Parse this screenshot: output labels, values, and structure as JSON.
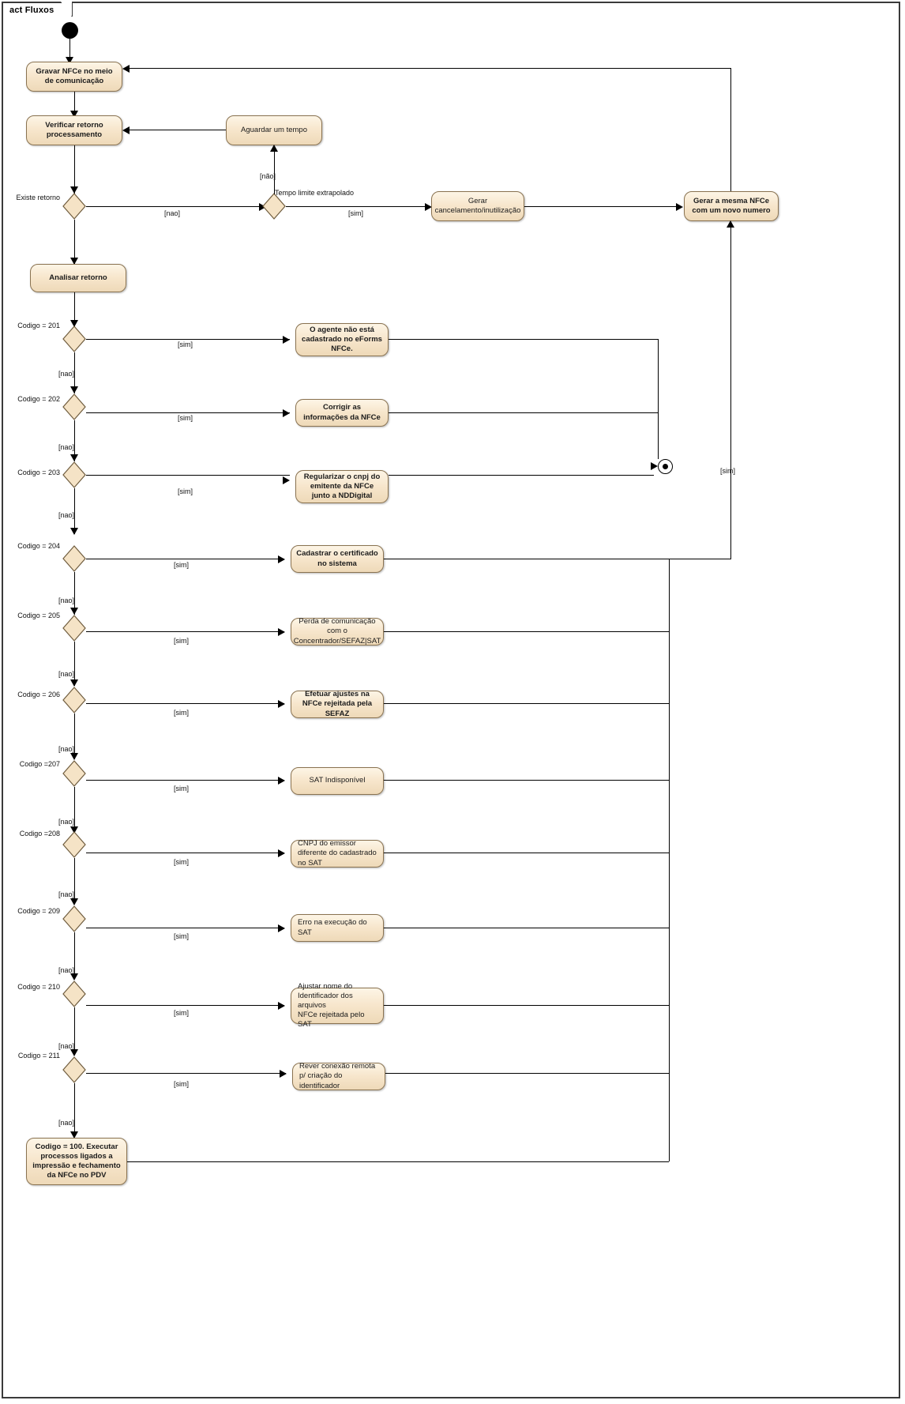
{
  "diagram": {
    "frame_label": "act Fluxos",
    "type": "uml-activity-diagram"
  },
  "nodes": {
    "initial": "initial-node",
    "gravar": "Gravar NFCe no meio de comunicação",
    "verificar": "Verificar retorno processamento",
    "aguardar": "Aguardar um tempo",
    "analisar": "Analisar retorno",
    "gerar_cancelamento": "Gerar cancelamento/inutilização",
    "gerar_mesma": "Gerar a mesma NFCe com um novo numero",
    "final_100": "Codigo = 100. Executar processos ligados a impressão e fechamento da NFCe no PDV",
    "flow_final": "flow-final-node"
  },
  "decisions": [
    {
      "id": "existe-retorno",
      "label": "Existe retorno",
      "guard_out": "[nao]"
    },
    {
      "id": "tempo-limite",
      "label": "Tempo limite extrapolado",
      "guard_up": "[não]",
      "guard_out": "[sim]"
    },
    {
      "id": "codigo-201",
      "label": "Codigo = 201",
      "guard_yes": "[sim]",
      "guard_no": "[nao]"
    },
    {
      "id": "codigo-202",
      "label": "Codigo = 202",
      "guard_yes": "[sim]",
      "guard_no": "[nao]"
    },
    {
      "id": "codigo-203",
      "label": "Codigo = 203",
      "guard_yes": "[sim]",
      "guard_no": "[nao]"
    },
    {
      "id": "codigo-204",
      "label": "Codigo = 204",
      "guard_yes": "[sim]",
      "guard_no": "[nao]"
    },
    {
      "id": "codigo-205",
      "label": "Codigo = 205",
      "guard_yes": "[sim]",
      "guard_no": "[nao]"
    },
    {
      "id": "codigo-206",
      "label": "Codigo = 206",
      "guard_yes": "[sim]",
      "guard_no": "[nao]"
    },
    {
      "id": "codigo-207",
      "label": "Codigo =207",
      "guard_yes": "[sim]",
      "guard_no": "[nao]"
    },
    {
      "id": "codigo-208",
      "label": "Codigo =208",
      "guard_yes": "[sim]",
      "guard_no": "[nao]"
    },
    {
      "id": "codigo-209",
      "label": "Codigo = 209",
      "guard_yes": "[sim]",
      "guard_no": "[nao]"
    },
    {
      "id": "codigo-210",
      "label": "Codigo = 210",
      "guard_yes": "[sim]",
      "guard_no": "[nao]"
    },
    {
      "id": "codigo-211",
      "label": "Codigo = 211",
      "guard_yes": "[sim]",
      "guard_no": "[nao]"
    }
  ],
  "actions": [
    {
      "id": "act-201",
      "text": "O agente não está cadastrado no eForms NFCe."
    },
    {
      "id": "act-202",
      "text": "Corrigir as informações da NFCe"
    },
    {
      "id": "act-203",
      "text": "Regularizar o cnpj do emitente da NFCe junto a NDDigital"
    },
    {
      "id": "act-204",
      "text": "Cadastrar o certificado no sistema"
    },
    {
      "id": "act-205",
      "text": "Perda de comunicação com o Concentrador/SEFAZ|SAT"
    },
    {
      "id": "act-206",
      "text": "Efetuar ajustes na NFCe rejeitada pela SEFAZ"
    },
    {
      "id": "act-207",
      "text": "SAT Indisponível"
    },
    {
      "id": "act-208",
      "text": "CNPJ do emissor diferente do cadastrado no SAT"
    },
    {
      "id": "act-209",
      "text": "Erro na execução do SAT"
    },
    {
      "id": "act-210",
      "text": "Ajustar nome do Identificador dos arquivos\nNFCe rejeitada pelo SAT"
    },
    {
      "id": "act-211",
      "text": "Rever conexão remota p/ criação do identificador"
    }
  ],
  "guards": {
    "sim": "[sim]",
    "nao": "[nao]",
    "nao_accent": "[não]",
    "sim_right": "[sim]"
  },
  "colors": {
    "node_fill": "#f7e6cc",
    "node_border": "#8a7351",
    "line": "#000000",
    "frame_border": "#3a3a3a",
    "text": "#1b1b1b"
  }
}
